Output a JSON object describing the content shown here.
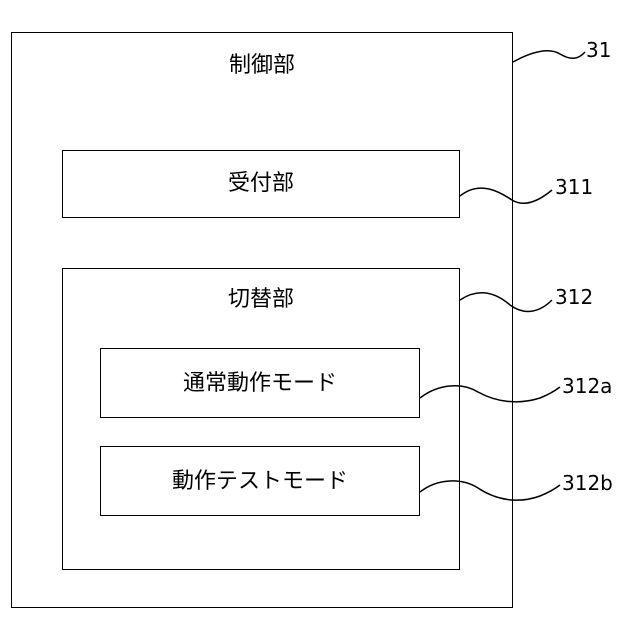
{
  "blocks": {
    "control": {
      "label": "制御部",
      "ref": "31"
    },
    "reception": {
      "label": "受付部",
      "ref": "311"
    },
    "switching": {
      "label": "切替部",
      "ref": "312"
    },
    "normal_mode": {
      "label": "通常動作モード",
      "ref": "312a"
    },
    "test_mode": {
      "label": "動作テストモード",
      "ref": "312b"
    }
  }
}
